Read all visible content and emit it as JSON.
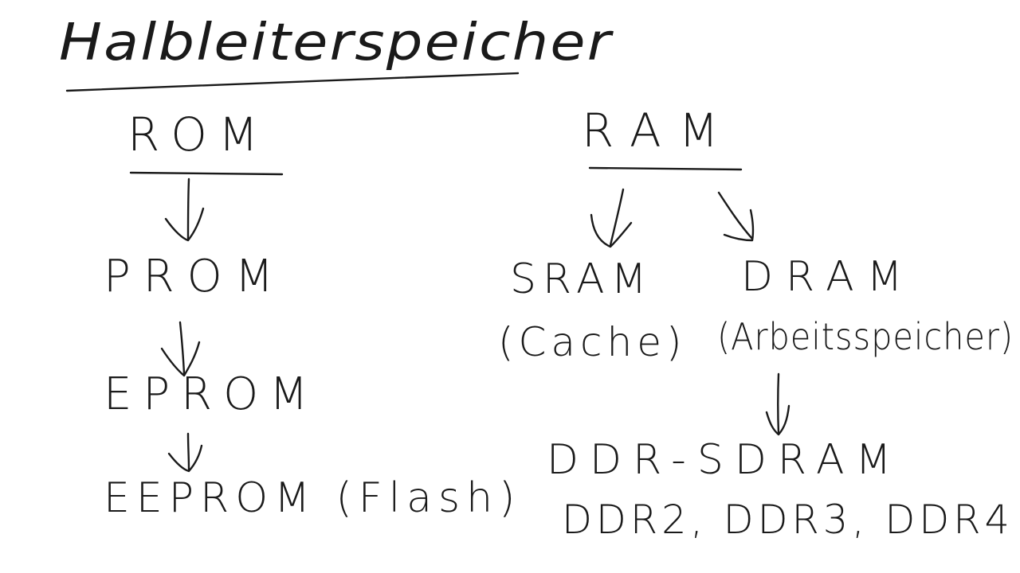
{
  "diagram": {
    "title": "Halbleiterspeicher",
    "rom": {
      "label": "ROM",
      "chain": [
        "PROM",
        "EPROM",
        "EEPROM (Flash)"
      ]
    },
    "ram": {
      "label": "RAM",
      "sram": {
        "label": "SRAM",
        "note": "(Cache)"
      },
      "dram": {
        "label": "DRAM",
        "note": "(Arbeitsspeicher)"
      },
      "ddr_sdram": "DDR-SDRAM",
      "ddr_versions": "DDR2, DDR3, DDR4"
    },
    "ink_color": "#1a1a1a",
    "background_color": "#ffffff"
  }
}
